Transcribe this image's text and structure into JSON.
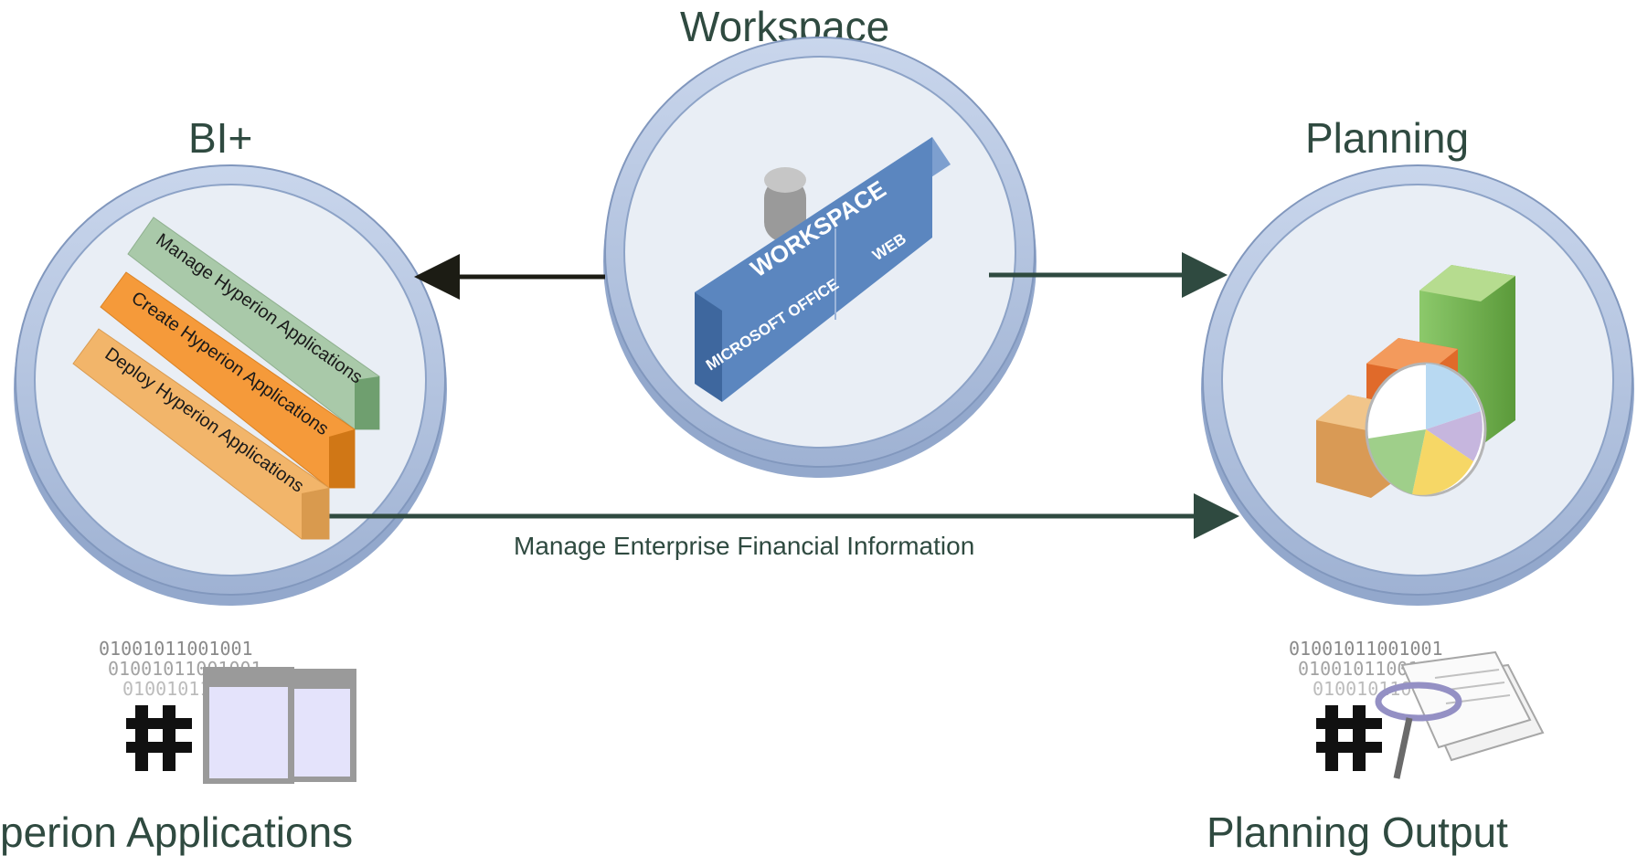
{
  "nodes": {
    "workspace": {
      "title": "Workspace",
      "panel": {
        "top": "WORKSPACE",
        "left": "MICROSOFT OFFICE",
        "right": "WEB"
      }
    },
    "bi_plus": {
      "title": "BI+",
      "steps": [
        "Manage Hyperion Applications",
        "Create Hyperion Applications",
        "Deploy Hyperion Applications"
      ]
    },
    "planning": {
      "title": "Planning"
    }
  },
  "edge_label": "Manage Enterprise Financial Information",
  "outputs": {
    "left": {
      "label": "perion Applications",
      "binary": [
        "01001011001001",
        "01001011001001",
        "01001011001001"
      ]
    },
    "right": {
      "label": "Planning Output",
      "binary": [
        "01001011001001",
        "01001011001001",
        "01001011001001"
      ]
    }
  },
  "colors": {
    "text": "#2f4a40",
    "arrow": "#2f4a40",
    "disc_ring": "#b7c7e2",
    "disc_inner": "#e9eef5",
    "panel_blue": "#5b86bf",
    "step_green": "#a9c9a9",
    "step_orange": "#f59a3a",
    "step_light_orange": "#f2b56a"
  }
}
